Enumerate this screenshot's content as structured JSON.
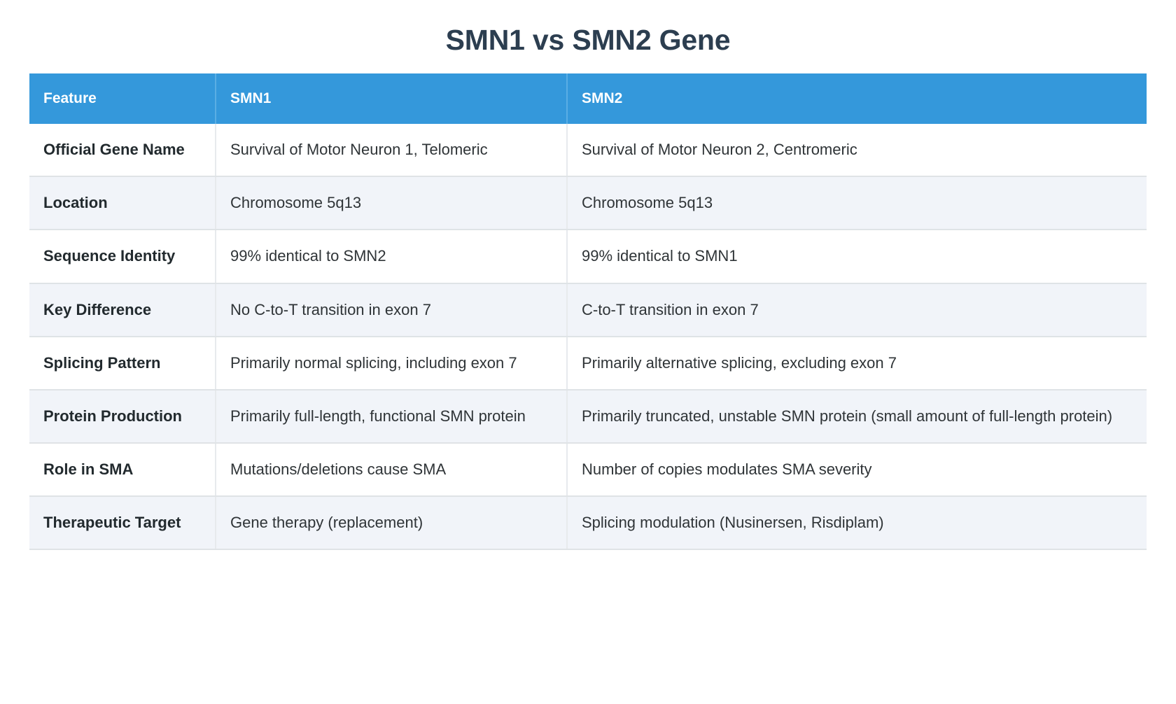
{
  "page": {
    "title": "SMN1 vs SMN2 Gene",
    "accent_color": "#3498db",
    "title_color": "#2c3e50",
    "alt_row_color": "#f1f4f9",
    "body_text_color": "#2f3437",
    "border_color": "#dfe3e6"
  },
  "table": {
    "columns": [
      {
        "key": "feature",
        "label": "Feature"
      },
      {
        "key": "smn1",
        "label": "SMN1"
      },
      {
        "key": "smn2",
        "label": "SMN2"
      }
    ],
    "rows": [
      {
        "feature": "Official Gene Name",
        "smn1": "Survival of Motor Neuron 1, Telomeric",
        "smn2": "Survival of Motor Neuron 2, Centromeric"
      },
      {
        "feature": "Location",
        "smn1": "Chromosome 5q13",
        "smn2": "Chromosome 5q13"
      },
      {
        "feature": "Sequence Identity",
        "smn1": "99% identical to SMN2",
        "smn2": "99% identical to SMN1"
      },
      {
        "feature": "Key Difference",
        "smn1": "No C-to-T transition in exon 7",
        "smn2": "C-to-T transition in exon 7"
      },
      {
        "feature": "Splicing Pattern",
        "smn1": "Primarily normal splicing, including exon 7",
        "smn2": "Primarily alternative splicing, excluding exon 7"
      },
      {
        "feature": "Protein Production",
        "smn1": "Primarily full-length, functional SMN protein",
        "smn2": "Primarily truncated, unstable SMN protein (small amount of full-length protein)"
      },
      {
        "feature": "Role in SMA",
        "smn1": "Mutations/deletions cause SMA",
        "smn2": "Number of copies modulates SMA severity"
      },
      {
        "feature": "Therapeutic Target",
        "smn1": "Gene therapy (replacement)",
        "smn2": "Splicing modulation (Nusinersen, Risdiplam)"
      }
    ]
  }
}
